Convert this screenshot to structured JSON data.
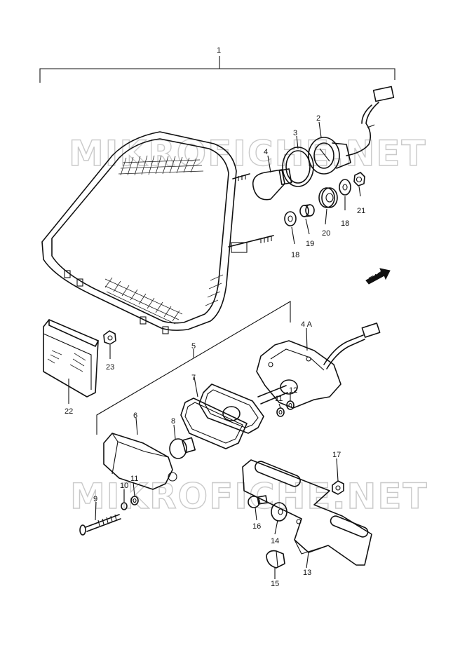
{
  "watermark": "MIKROFICHE.NET",
  "fwd_mark": "FWD",
  "labels": {
    "p1": "1",
    "p2": "2",
    "p3": "3",
    "p4": "4",
    "p4a": "4 A",
    "p5": "5",
    "p6": "6",
    "p7": "7",
    "p8": "8",
    "p9": "9",
    "p10": "10",
    "p11a": "11",
    "p11b": "11",
    "p12": "12",
    "p13": "13",
    "p14": "14",
    "p15": "15",
    "p16": "16",
    "p17": "17",
    "p18a": "18",
    "p18b": "18",
    "p19": "19",
    "p20": "20",
    "p21": "21",
    "p22": "22",
    "p23": "23"
  }
}
